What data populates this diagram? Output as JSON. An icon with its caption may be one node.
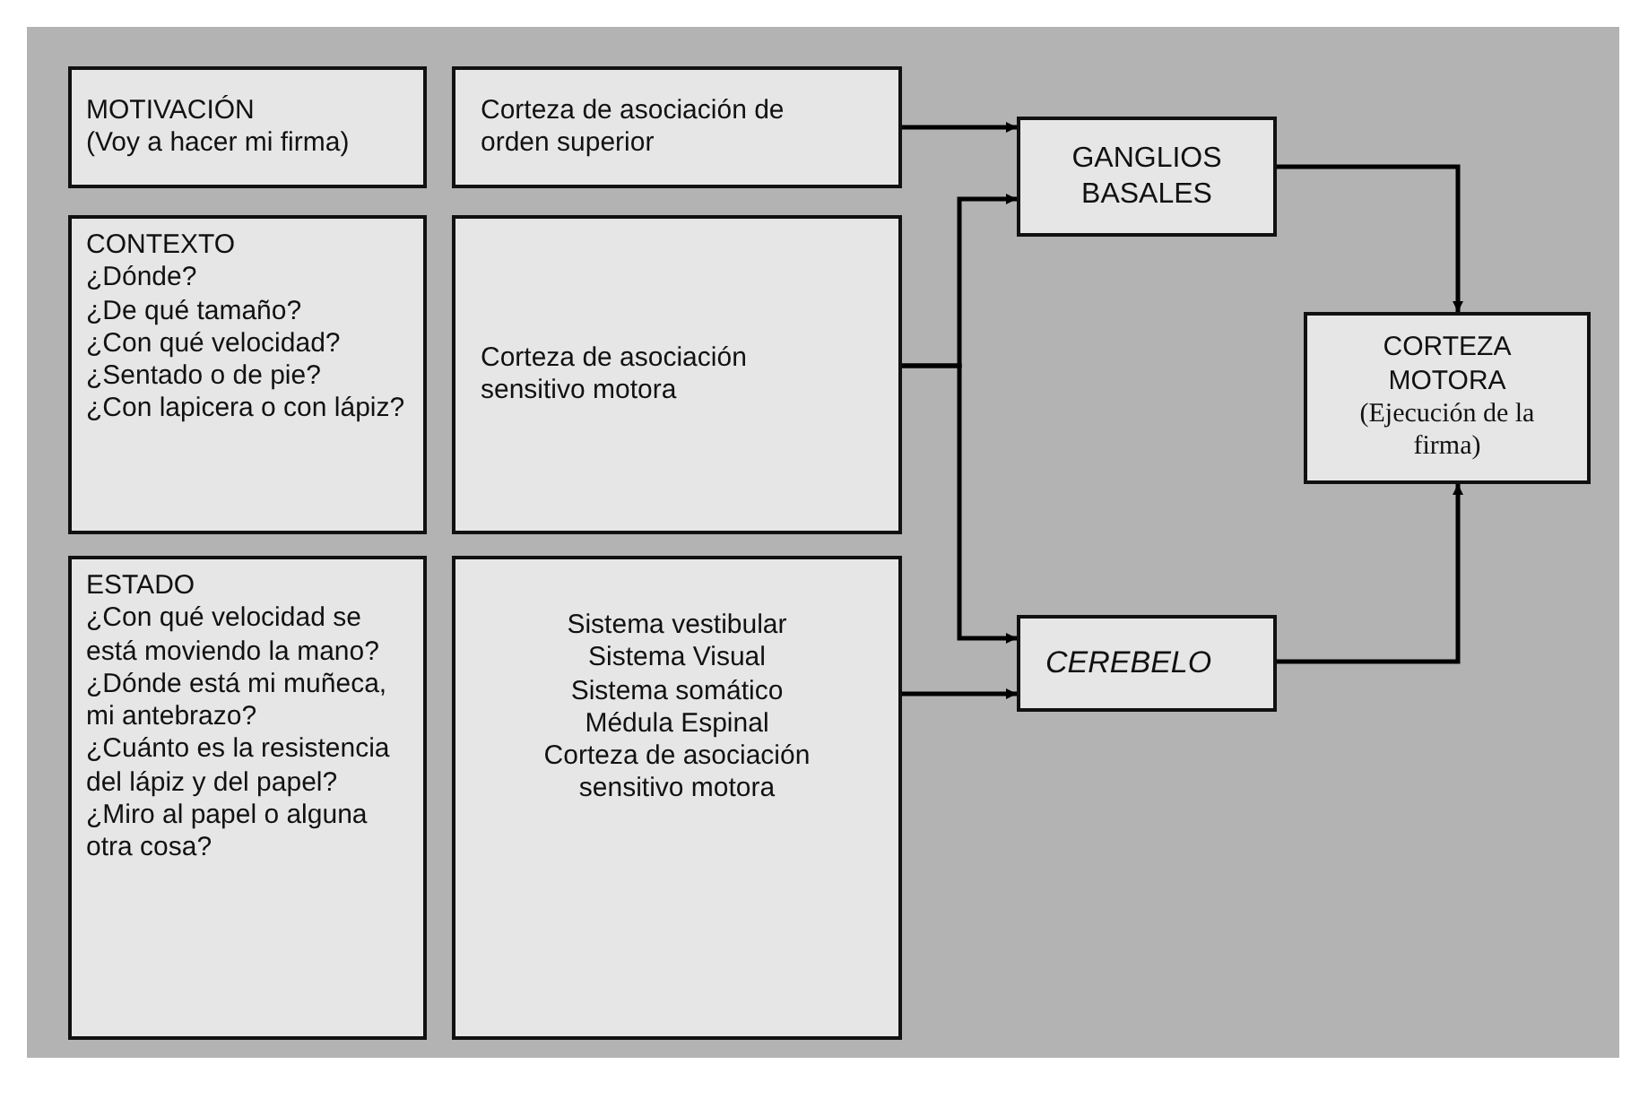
{
  "diagram": {
    "nodes": [
      {
        "text": [
          "MOTIVACIÓN",
          "(Voy a hacer mi firma)"
        ]
      },
      {
        "text": [
          "Corteza de asociación de orden superior"
        ]
      },
      {
        "text": [
          "CONTEXTO",
          "¿Dónde?",
          "¿De qué tamaño?",
          "¿Con qué velocidad?",
          "¿Sentado o de pie?",
          "¿Con lapicera o con lápiz?"
        ]
      },
      {
        "text": [
          "Corteza de asociación sensitivo motora"
        ]
      },
      {
        "text": [
          "ESTADO",
          "¿Con qué velocidad se está moviendo la mano?",
          "¿Dónde está mi muñeca, mi antebrazo?",
          "¿Cuánto es la resistencia del lápiz y del papel?",
          "¿Miro al papel o alguna otra cosa?"
        ]
      },
      {
        "text": [
          "Sistema vestibular",
          "Sistema Visual",
          "Sistema somático",
          "Médula Espinal",
          "Corteza de asociación sensitivo motora"
        ]
      },
      {
        "text": [
          "GANGLIOS BASALES"
        ]
      },
      {
        "text": [
          "CORTEZA MOTORA",
          "(Ejecución de la firma)"
        ]
      },
      {
        "text": [
          "CEREBELO"
        ]
      }
    ],
    "edges": [
      {
        "from": 1,
        "to": 6,
        "arrow": "to"
      },
      {
        "from": 3,
        "to": 6,
        "arrow": "to"
      },
      {
        "from": 3,
        "to": 8,
        "arrow": "to"
      },
      {
        "from": 5,
        "to": 8,
        "arrow": "to"
      },
      {
        "from": 6,
        "to": 7,
        "arrow": "to"
      },
      {
        "from": 8,
        "to": 7,
        "arrow": "to"
      }
    ]
  }
}
